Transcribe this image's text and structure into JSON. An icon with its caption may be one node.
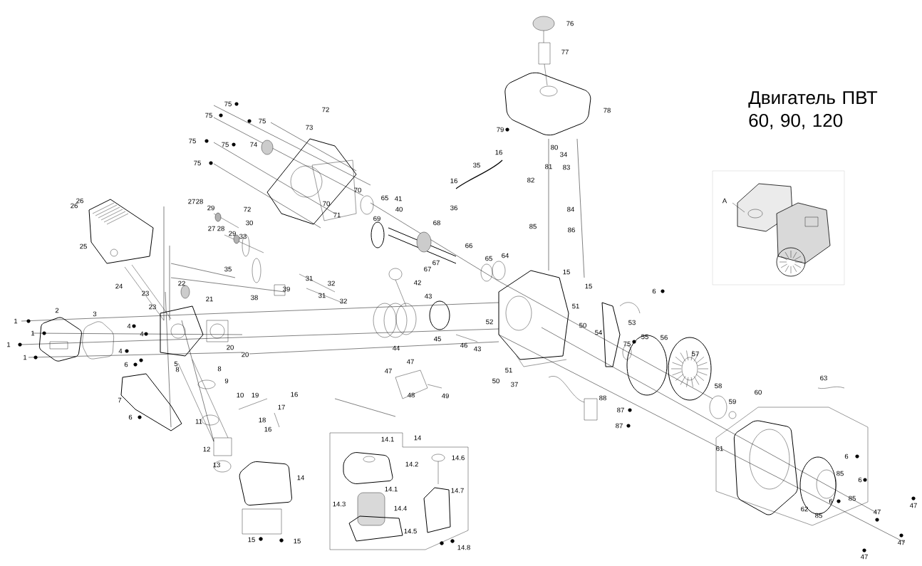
{
  "diagram": {
    "title": "Двигатель ПВТ 60, 90, 120",
    "labels": [
      "76",
      "77",
      "75",
      "78",
      "72",
      "75",
      "75",
      "73",
      "79",
      "75",
      "75",
      "74",
      "80",
      "34",
      "16",
      "75",
      "35",
      "81",
      "83",
      "82",
      "16",
      "70",
      "65",
      "41",
      "27",
      "28",
      "26",
      "36",
      "26",
      "A",
      "70",
      "29",
      "40",
      "84",
      "72",
      "71",
      "69",
      "68",
      "30",
      "85",
      "86",
      "27",
      "28",
      "29",
      "33",
      "66",
      "25",
      "64",
      "65",
      "67",
      "35",
      "67",
      "15",
      "31",
      "42",
      "32",
      "22",
      "24",
      "39",
      "15",
      "6",
      "31",
      "23",
      "43",
      "38",
      "32",
      "21",
      "51",
      "23",
      "2",
      "3",
      "1",
      "53",
      "52",
      "50",
      "4",
      "54",
      "55",
      "56",
      "75",
      "44",
      "1",
      "45",
      "46",
      "43",
      "57",
      "4",
      "1",
      "20",
      "20",
      "47",
      "5",
      "6",
      "8",
      "8",
      "47",
      "1",
      "4",
      "51",
      "50",
      "37",
      "9",
      "63",
      "10",
      "19",
      "16",
      "58",
      "60",
      "7",
      "48",
      "49",
      "88",
      "17",
      "59",
      "87",
      "6",
      "18",
      "11",
      "16",
      "87",
      "14",
      "14.1",
      "14.6",
      "12",
      "61",
      "14.2",
      "6",
      "13",
      "85",
      "6",
      "14.1",
      "14.7",
      "14",
      "85",
      "47",
      "14.3",
      "14.4",
      "6",
      "62",
      "47",
      "85",
      "14.5",
      "15",
      "15",
      "47",
      "14.8",
      "47"
    ]
  }
}
